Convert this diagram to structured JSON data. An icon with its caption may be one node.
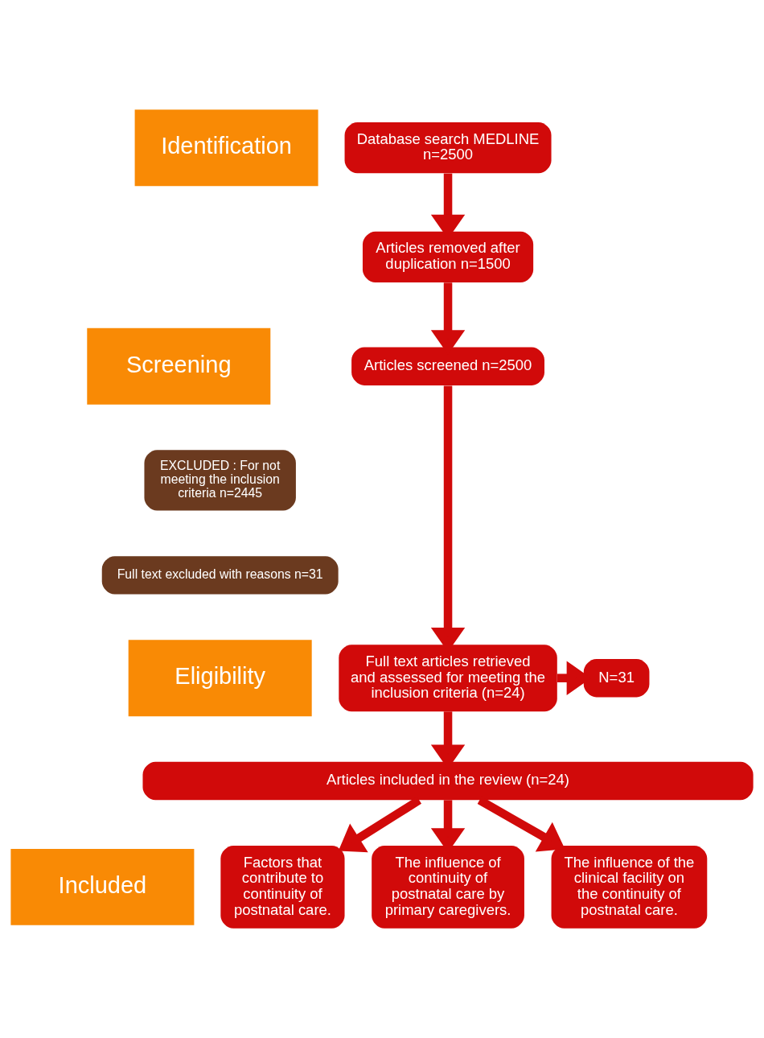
{
  "diagram": {
    "nodes": [
      {
        "text": [
          "Identification"
        ]
      },
      {
        "text": [
          "Database search MEDLINE n=2500"
        ]
      },
      {
        "text": [
          "Articles removed after duplication n=1500"
        ]
      },
      {
        "text": [
          "Screening"
        ]
      },
      {
        "text": [
          "Articles screened n=2500"
        ]
      },
      {
        "text": [
          "EXCLUDED : For not meeting the inclusion criteria n=2445"
        ]
      },
      {
        "text": [
          "Full text excluded with reasons n=31"
        ]
      },
      {
        "text": [
          "Eligibility"
        ]
      },
      {
        "text": [
          "Full text articles retrieved and assessed for meeting the inclusion criteria (n=24)"
        ]
      },
      {
        "text": [
          "N=31"
        ]
      },
      {
        "text": [
          "Articles included in the review (n=24)"
        ]
      },
      {
        "text": [
          "Included"
        ]
      },
      {
        "text": [
          "Factors that contribute to continuity of postnatal care."
        ]
      },
      {
        "text": [
          "The influence of continuity of postnatal care by primary caregivers."
        ]
      },
      {
        "text": [
          "The influence of the clinical facility on the continuity of postnatal care."
        ]
      }
    ],
    "edges": [
      {
        "from": 1,
        "to": 2,
        "arrow": "to"
      },
      {
        "from": 2,
        "to": 4,
        "arrow": "to"
      },
      {
        "from": 4,
        "to": 8,
        "arrow": "to"
      },
      {
        "from": 8,
        "to": 9,
        "arrow": "to"
      },
      {
        "from": 8,
        "to": 10,
        "arrow": "to"
      },
      {
        "from": 10,
        "to": 12,
        "arrow": "to"
      },
      {
        "from": 10,
        "to": 13,
        "arrow": "to"
      },
      {
        "from": 10,
        "to": 14,
        "arrow": "to"
      }
    ]
  }
}
